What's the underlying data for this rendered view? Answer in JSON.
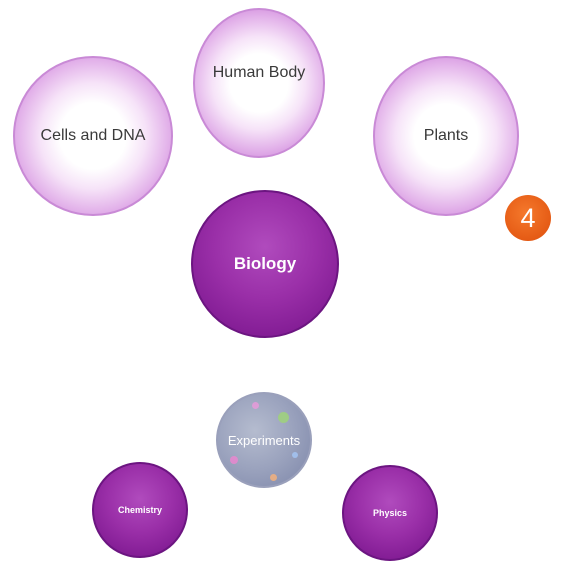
{
  "top_cluster": {
    "human_body": "Human Body",
    "cells_and_dna": "Cells and DNA",
    "plants": "Plants",
    "biology": "Biology",
    "badge_count": "4"
  },
  "bottom_cluster": {
    "experiments": "Experiments",
    "chemistry": "Chemistry",
    "physics": "Physics"
  },
  "colors": {
    "light_node_border": "#c98ad6",
    "dark_node": "#821c94",
    "badge": "#e55b15"
  }
}
